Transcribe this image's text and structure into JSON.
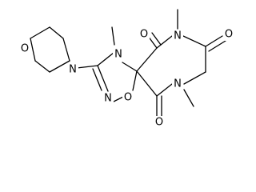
{
  "structure": {
    "atoms": {
      "o_morpholine": "O",
      "n_morpholine": "N",
      "n4": "N",
      "n2": "N",
      "o1": "O",
      "n_top_right": "N",
      "n_bottom_right": "N",
      "o_carbonyl_top_left": "O",
      "o_carbonyl_right": "O",
      "o_carbonyl_bottom": "O"
    }
  }
}
